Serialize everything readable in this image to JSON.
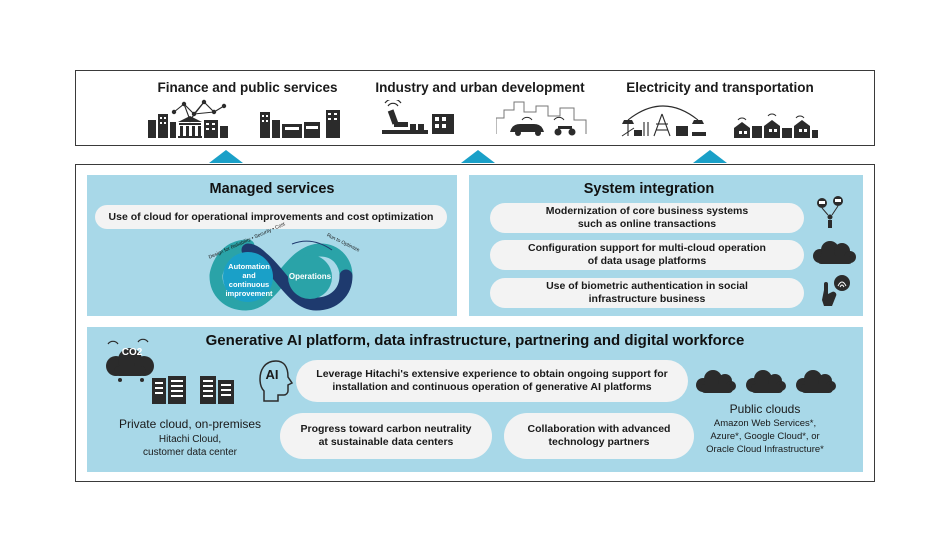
{
  "sectors": [
    {
      "label": "Finance and public services"
    },
    {
      "label": "Industry and urban development"
    },
    {
      "label": "Electricity and transportation"
    }
  ],
  "managed": {
    "title": "Managed services",
    "pill": "Use of cloud for operational improvements and cost optimization",
    "loop_left": "Automation and continuous improvement",
    "loop_right": "Operations",
    "arc_left": "Design for Reliability • Security • Cost",
    "arc_right": "Run to Optimize"
  },
  "integration": {
    "title": "System integration",
    "items": [
      {
        "line1": "Modernization of core business systems",
        "line2": "such as online transactions"
      },
      {
        "line1": "Configuration support for multi-cloud operation",
        "line2": "of data usage platforms"
      },
      {
        "line1": "Use of biometric authentication in social",
        "line2": "infrastructure business"
      }
    ]
  },
  "genai": {
    "title": "Generative AI platform, data infrastructure, partnering and digital workforce",
    "co2": "CO2",
    "ai_label": "AI",
    "private_title": "Private cloud, on-premises",
    "private_sub1": "Hitachi Cloud,",
    "private_sub2": "customer data center",
    "pill_top_line1": "Leverage Hitachi's extensive experience to obtain ongoing support for",
    "pill_top_line2": "installation and continuous operation of generative AI platforms",
    "pill_left_line1": "Progress toward carbon neutrality",
    "pill_left_line2": "at sustainable data centers",
    "pill_right_line1": "Collaboration with advanced",
    "pill_right_line2": "technology partners",
    "public_title": "Public clouds",
    "public_sub1": "Amazon Web Services*,",
    "public_sub2": "Azure*, Google Cloud*, or",
    "public_sub3": "Oracle Cloud Infrastructure*"
  },
  "colors": {
    "panel": "#a8d8e8",
    "pill": "#f3f3f3",
    "accent": "#1aa0c8",
    "loop_dark": "#1e3a6e",
    "loop_teal": "#2aa3a8",
    "icon": "#2b2b2b"
  }
}
